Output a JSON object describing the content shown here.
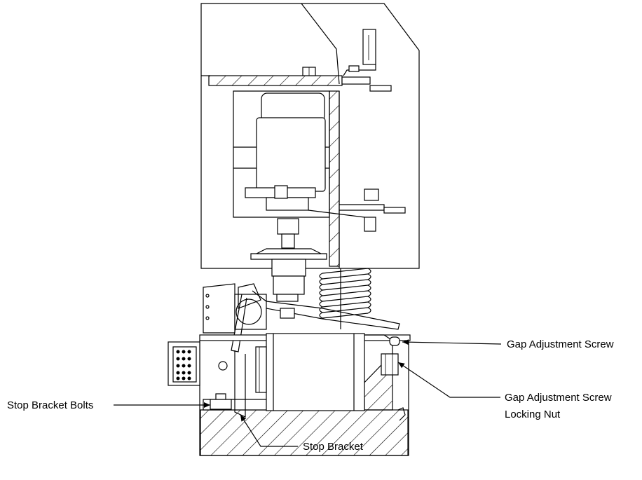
{
  "labels": {
    "gap_adjustment_screw": "Gap Adjustment Screw",
    "gap_adjustment_screw_locking_nut_line1": "Gap Adjustment Screw",
    "gap_adjustment_screw_locking_nut_line2": "Locking Nut",
    "stop_bracket_bolts": "Stop Bracket Bolts",
    "stop_bracket": "Stop Bracket"
  }
}
